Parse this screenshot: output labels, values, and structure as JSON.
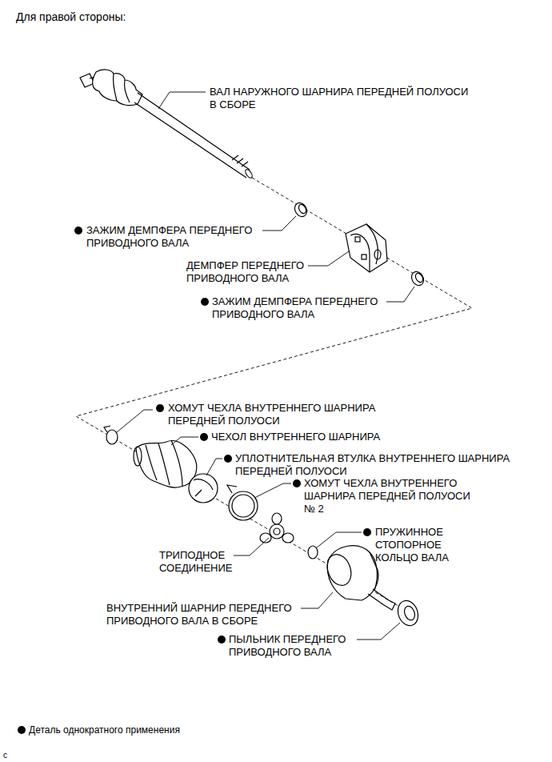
{
  "diagram": {
    "title": "Для правой стороны:",
    "labels": [
      "ВАЛ НАРУЖНОГО ШАРНИРА ПЕРЕДНЕЙ ПОЛУОСИ В СБОРЕ",
      "ЗАЖИМ ДЕМПФЕРА ПЕРЕДНЕГО ПРИВОДНОГО ВАЛА",
      "ДЕМПФЕР ПЕРЕДНЕГО ПРИВОДНОГО ВАЛА",
      "ЗАЖИМ ДЕМПФЕРА ПЕРЕДНЕГО ПРИВОДНОГО ВАЛА",
      "ХОМУТ ЧЕХЛА ВНУТРЕННЕГО ШАРНИРА ПЕРЕДНЕЙ ПОЛУОСИ",
      "ЧЕХОЛ ВНУТРЕННЕГО ШАРНИРА",
      "УПЛОТНИТЕЛЬНАЯ ВТУЛКА ВНУТРЕННЕГО ШАРНИРА ПЕРЕДНЕЙ ПОЛУОСИ",
      "ХОМУТ ЧЕХЛА ВНУТРЕННЕГО ШАРНИРА ПЕРЕДНЕЙ ПОЛУОСИ № 2",
      "ТРИПОДНОЕ СОЕДИНЕНИЕ",
      "ПРУЖИННОЕ СТОПОРНОЕ КОЛЬЦО ВАЛА",
      "ВНУТРЕННИЙ ШАРНИР ПЕРЕДНЕГО ПРИВОДНОГО ВАЛА В СБОРЕ",
      "ПЫЛЬНИК ПЕРЕДНЕГО ПРИВОДНОГО ВАЛА",
      "c"
    ],
    "legend": [
      {
        "text": "Деталь однократного применения"
      }
    ]
  }
}
